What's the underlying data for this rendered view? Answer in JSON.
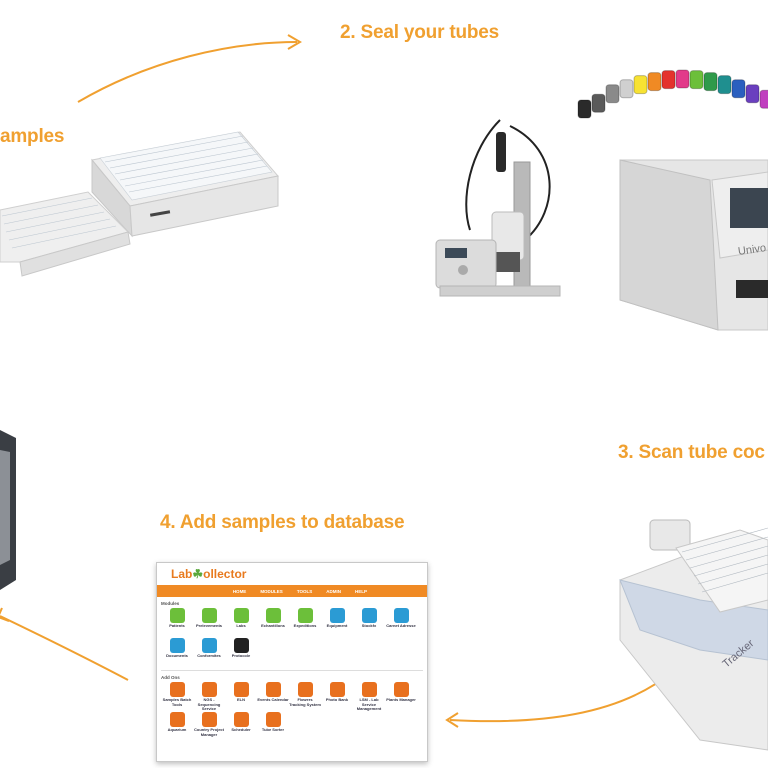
{
  "steps": {
    "s1": "amples",
    "s2": "2. Seal your tubes",
    "s3": "3. Scan tube coc",
    "s4": "4. Add samples to database"
  },
  "labcollector": {
    "logo_pre": "Lab",
    "logo_leaf": "☘",
    "logo_post": "ollector",
    "nav": [
      "HOME",
      "MODULES",
      "TOOLS",
      "ADMIN",
      "HELP"
    ],
    "section1": "Modules",
    "modules": [
      {
        "label": "Patients",
        "color": "#6cbf3a"
      },
      {
        "label": "Prelevements",
        "color": "#6cbf3a"
      },
      {
        "label": "Labs",
        "color": "#6cbf3a"
      },
      {
        "label": "Echantillons",
        "color": "#6cbf3a"
      },
      {
        "label": "Expeditions",
        "color": "#6cbf3a"
      },
      {
        "label": "Equipment",
        "color": "#2b9bd4"
      },
      {
        "label": "Stockfx",
        "color": "#2b9bd4"
      },
      {
        "label": "Carnet Adresse",
        "color": "#2b9bd4"
      },
      {
        "label": "Documents",
        "color": "#2b9bd4"
      },
      {
        "label": "Conformites",
        "color": "#2b9bd4"
      },
      {
        "label": "Protocole",
        "color": "#222222"
      }
    ],
    "section2": "Add Ons",
    "addons": [
      {
        "label": "Samples Batch Tools",
        "color": "#e8701e"
      },
      {
        "label": "NGS - Sequencing Service",
        "color": "#e8701e"
      },
      {
        "label": "ELN",
        "color": "#e8701e"
      },
      {
        "label": "Events Calendar",
        "color": "#e8701e"
      },
      {
        "label": "Flowers Tracking System",
        "color": "#e8701e"
      },
      {
        "label": "Photo Bank",
        "color": "#e8701e"
      },
      {
        "label": "LSM - Lab Service Management",
        "color": "#e8701e"
      },
      {
        "label": "Plants Manager",
        "color": "#e8701e"
      },
      {
        "label": "Aquarium",
        "color": "#e8701e"
      },
      {
        "label": "Country Project Manager",
        "color": "#e8701e"
      },
      {
        "label": "Scheduler",
        "color": "#e8701e"
      },
      {
        "label": "Tube Sorter",
        "color": "#e8701e"
      }
    ]
  },
  "devices": {
    "univo": "Univo",
    "tracker": "Tracker"
  },
  "colors": {
    "accent": "#f0a030",
    "caps": [
      "#2a2a2a",
      "#5a5a5a",
      "#8a8a8a",
      "#d0d0d0",
      "#f7e233",
      "#f08a24",
      "#e4322c",
      "#e23a8a",
      "#6cbf3a",
      "#2f9a4a",
      "#1f8f8f",
      "#2b5fbf",
      "#6a3fbf",
      "#c03fbf",
      "#2b9bd4"
    ]
  }
}
